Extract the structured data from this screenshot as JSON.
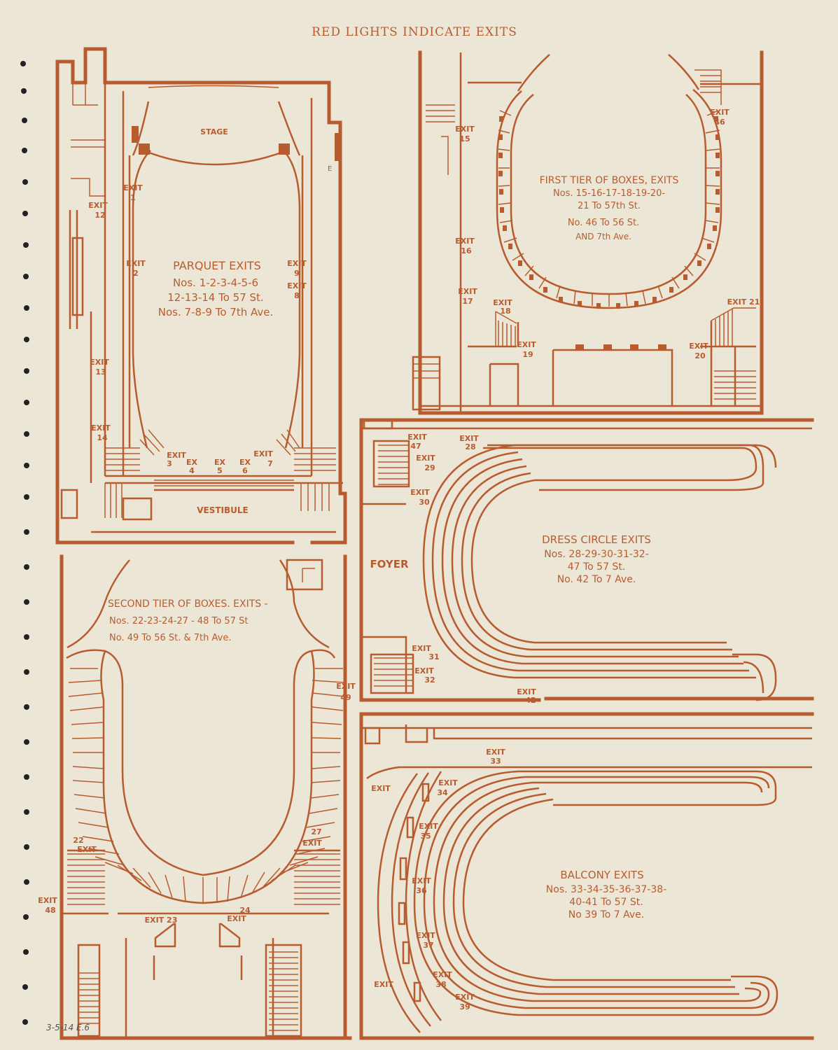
{
  "header": {
    "title": "RED LIGHTS INDICATE EXITS"
  },
  "colors": {
    "ink": "#b85c30",
    "paper": "#ece6d6"
  },
  "parquet": {
    "stage": "STAGE",
    "vestibule": "VESTIBULE",
    "heading": "PARQUET EXITS",
    "line1": "Nos. 1-2-3-4-5-6",
    "line2": "12-13-14 To 57 St.",
    "line3": "Nos. 7-8-9 To 7th Ave.",
    "exits": {
      "e1": "1",
      "e2": "2",
      "e3": "3",
      "e4": "4",
      "e5": "5",
      "e6": "6",
      "e7": "7",
      "e8": "8",
      "e9": "9",
      "e12": "12",
      "e13": "13",
      "e14": "14"
    }
  },
  "first_tier": {
    "line1": "FIRST TIER OF BOXES, EXITS",
    "line2": "Nos. 15-16-17-18-19-20-",
    "line3": "21 To 57th St.",
    "line4": "No. 46 To 56 St.",
    "line5": "AND 7th Ave.",
    "exits": {
      "e15": "15",
      "e16": "16",
      "e17": "17",
      "e18": "18",
      "e19": "19",
      "e20": "20",
      "e21": "EXIT 21",
      "e46": "46"
    }
  },
  "dress_circle": {
    "foyer": "FOYER",
    "line1": "DRESS CIRCLE EXITS",
    "line2": "Nos. 28-29-30-31-32-",
    "line3": "47 To 57 St.",
    "line4": "No. 42 To 7 Ave.",
    "exits": {
      "e28": "28",
      "e29": "29",
      "e30": "30",
      "e31": "31",
      "e32": "32",
      "e42": "42",
      "e47": "47"
    }
  },
  "second_tier": {
    "line1": "SECOND TIER OF BOXES. EXITS -",
    "line2": "Nos. 22-23-24-27 - 48 To 57 St",
    "line3": "No. 49 To 56 St. & 7th Ave.",
    "exits": {
      "e22": "22",
      "e23": "EXIT 23",
      "e24": "24",
      "e27": "27",
      "e48": "48",
      "e49": "49"
    }
  },
  "balcony": {
    "line1": "BALCONY EXITS",
    "line2": "Nos. 33-34-35-36-37-38-",
    "line3": "40-41 To 57 St.",
    "line4": "No 39 To 7 Ave.",
    "exits": {
      "e33": "33",
      "e34": "34",
      "e35": "35",
      "e36": "36",
      "e37": "37",
      "e38": "38",
      "e39": "39",
      "e40": "EXIT",
      "e41": "EXIT",
      "e_bottom": "EXIT"
    }
  },
  "exit_word": "EXIT",
  "ex_word": "EX",
  "pencil_note": "3-5-14 E.6"
}
